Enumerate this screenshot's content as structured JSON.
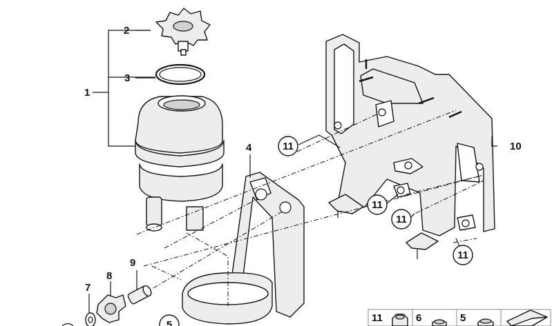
{
  "diagram": {
    "callouts": {
      "p1": "1",
      "p2": "2",
      "p3": "3",
      "p4": "4",
      "p5": "5",
      "p7": "7",
      "p8": "8",
      "p9": "9",
      "p10": "10",
      "p11a": "11",
      "p11b": "11",
      "p11c": "11",
      "p11d": "11"
    },
    "legend": [
      {
        "number": "11"
      },
      {
        "number": "6"
      },
      {
        "number": "5"
      }
    ]
  }
}
